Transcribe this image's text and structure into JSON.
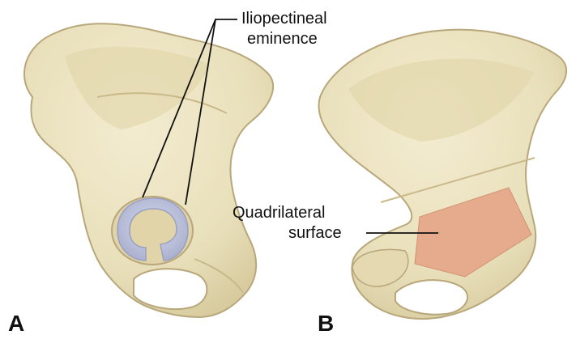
{
  "figure": {
    "labels": {
      "iliopectineal_line1": "Iliopectineal",
      "iliopectineal_line2": "eminence",
      "quadrilateral_line1": "Quadrilateral",
      "quadrilateral_line2": "surface"
    },
    "panels": [
      "A",
      "B"
    ],
    "colors": {
      "bone_fill": "#ece4c2",
      "bone_outline": "#b8a77a",
      "bone_shade": "#d6c99c",
      "acetabulum_cartilage": "#c3c8e0",
      "quadrilateral_surface": "#e6a98a",
      "leader_line": "#111111"
    },
    "icons": [
      "hip-bone-lateral-view",
      "hip-bone-medial-view"
    ]
  }
}
